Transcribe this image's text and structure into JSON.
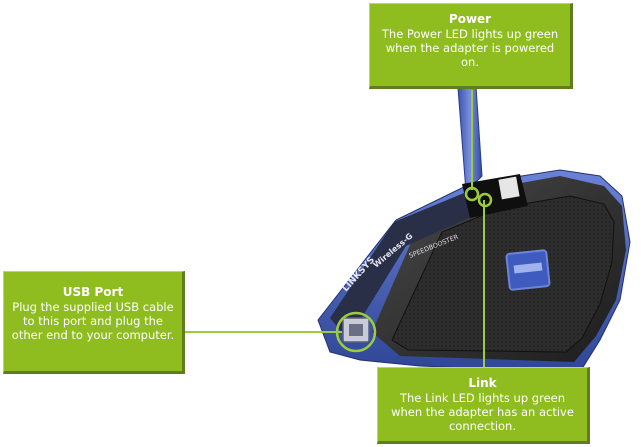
{
  "callouts": {
    "power": {
      "title": "Power",
      "body": "The Power LED lights up green when the adapter is powered on."
    },
    "usb": {
      "title": "USB Port",
      "body": "Plug the supplied USB cable to this port and plug the other end to your computer."
    },
    "link": {
      "title": "Link",
      "body": "The Link LED lights up green when the adapter has an active connection."
    }
  },
  "device": {
    "brand_label": "LINKSYS",
    "model_label": "Wireless-G",
    "badge_label": "SPEEDBOOSTER"
  },
  "colors": {
    "callout_fill": "#8fbd1f",
    "callout_shadow": "#5f7d1e",
    "leader_line": "#9ccc3c",
    "device_blue": "#4a63b8",
    "device_dark": "#262626"
  }
}
